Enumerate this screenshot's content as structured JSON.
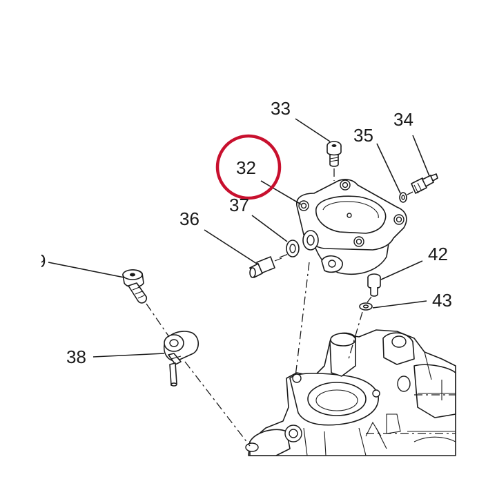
{
  "diagram": {
    "highlight_color": "#c8102e",
    "line_color": "#1a1a1a",
    "highlighted_part": "32",
    "callouts": {
      "c9": "9",
      "c32": "32",
      "c33": "33",
      "c34": "34",
      "c35": "35",
      "c36": "36",
      "c37": "37",
      "c38": "38",
      "c42": "42",
      "c43": "43"
    }
  }
}
